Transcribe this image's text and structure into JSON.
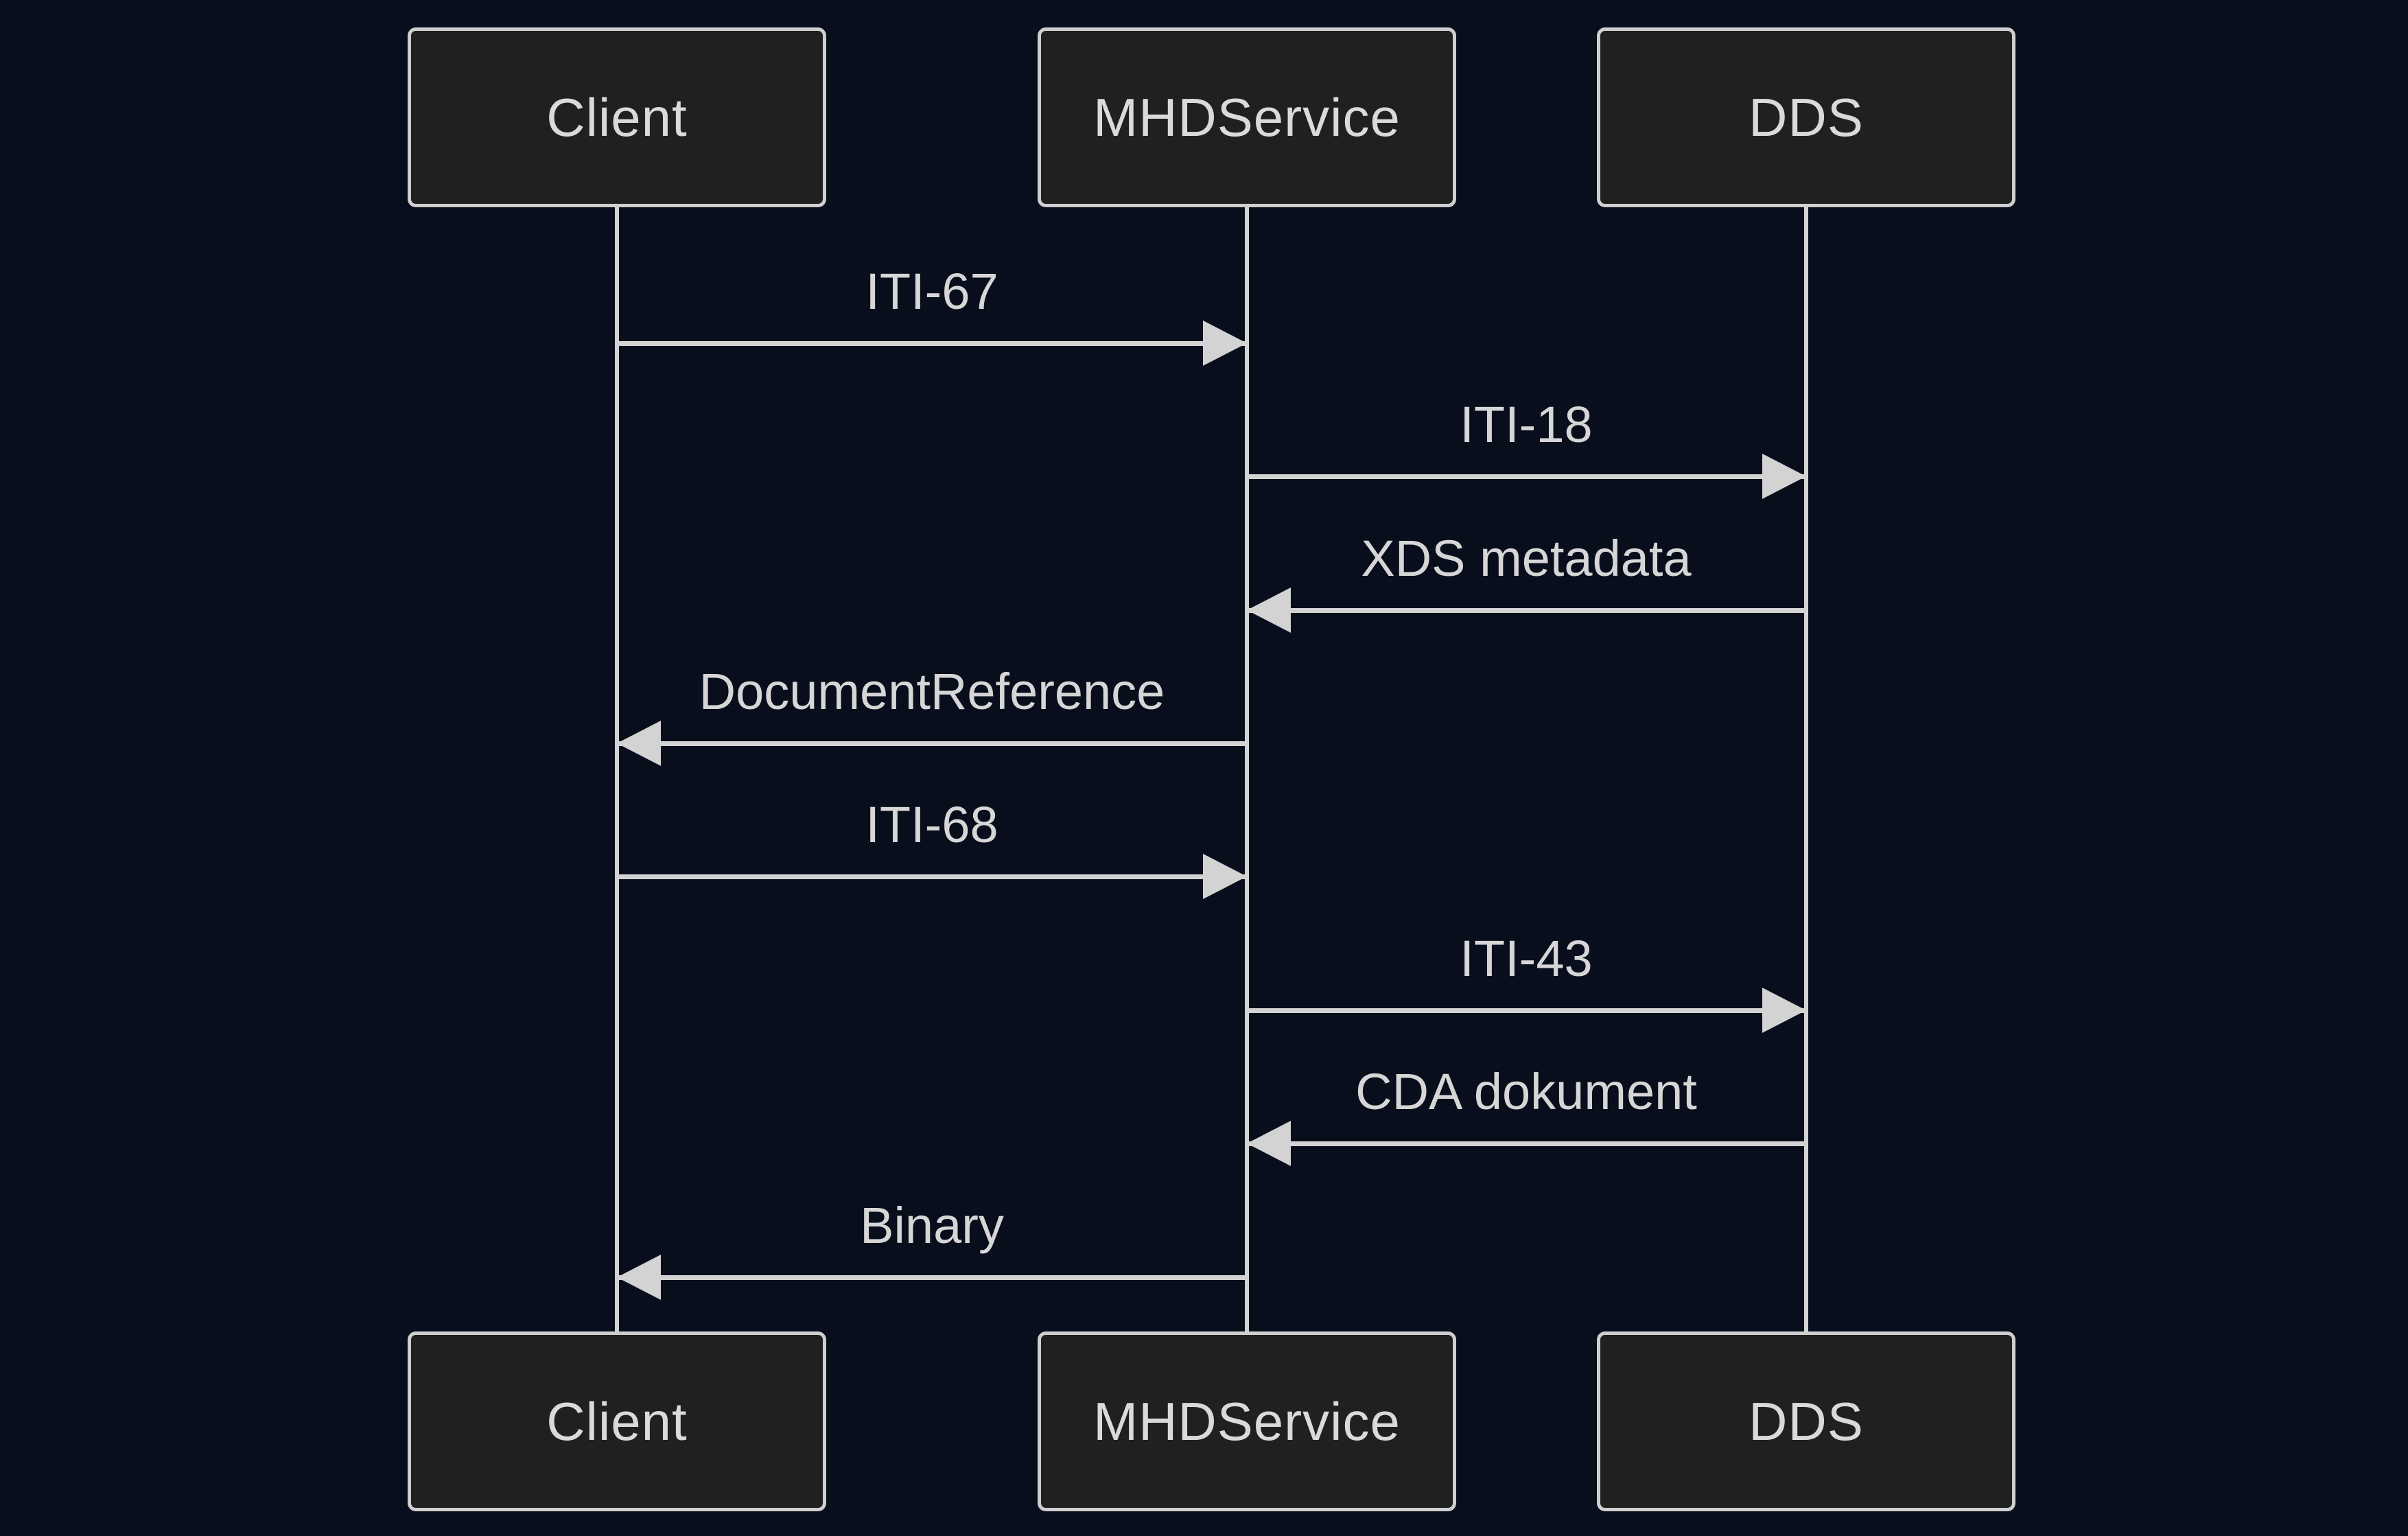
{
  "diagram_type": "sequence-diagram",
  "colors": {
    "background": "#080e1c",
    "actor_fill": "#1f2120",
    "actor_border": "#cfcfcf",
    "actor_text": "#dadada",
    "line": "#d3d3d3",
    "message_text": "#d6d6d6"
  },
  "actors": [
    {
      "id": "client",
      "label": "Client"
    },
    {
      "id": "mhdservice",
      "label": "MHDService"
    },
    {
      "id": "dds",
      "label": "DDS"
    }
  ],
  "messages": [
    {
      "from": "Client",
      "to": "MHDService",
      "label": "ITI-67",
      "direction": "right",
      "line_style": "solid"
    },
    {
      "from": "MHDService",
      "to": "DDS",
      "label": "ITI-18",
      "direction": "right",
      "line_style": "solid"
    },
    {
      "from": "DDS",
      "to": "MHDService",
      "label": "XDS metadata",
      "direction": "left",
      "line_style": "solid"
    },
    {
      "from": "MHDService",
      "to": "Client",
      "label": "DocumentReference",
      "direction": "left",
      "line_style": "solid"
    },
    {
      "from": "Client",
      "to": "MHDService",
      "label": "ITI-68",
      "direction": "right",
      "line_style": "solid"
    },
    {
      "from": "MHDService",
      "to": "DDS",
      "label": "ITI-43",
      "direction": "right",
      "line_style": "solid"
    },
    {
      "from": "DDS",
      "to": "MHDService",
      "label": "CDA dokument",
      "direction": "left",
      "line_style": "solid"
    },
    {
      "from": "MHDService",
      "to": "Client",
      "label": "Binary",
      "direction": "left",
      "line_style": "solid"
    }
  ]
}
